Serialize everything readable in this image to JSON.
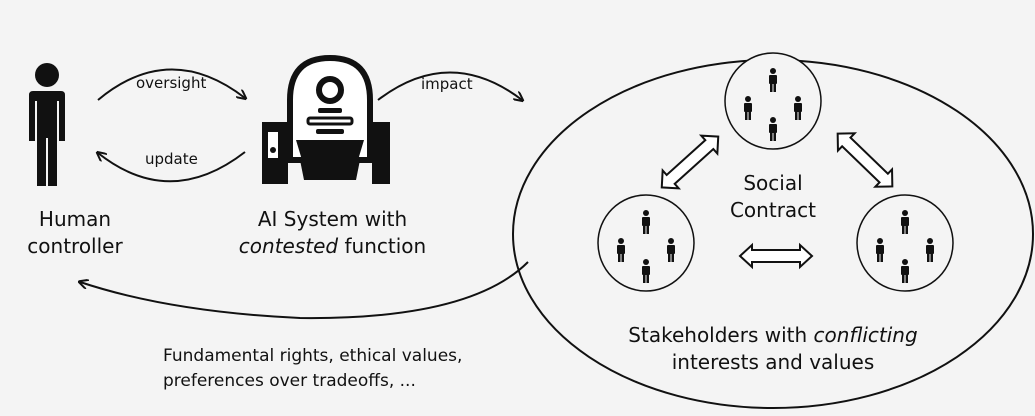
{
  "arrows": {
    "oversight": "oversight",
    "update": "update",
    "impact": "impact"
  },
  "human": {
    "label_line1": "Human",
    "label_line2": "controller"
  },
  "ai": {
    "label_line1": "AI System with",
    "label_line2_italic": "contested",
    "label_line2_rest": " function"
  },
  "society": {
    "center_line1": "Social",
    "center_line2": "Contract",
    "caption_line1_pre": "Stakeholders with ",
    "caption_line1_italic": "conflicting",
    "caption_line2": "interests and values"
  },
  "feedback": {
    "line1": "Fundamental rights, ethical values,",
    "line2": "preferences over tradeoffs, ..."
  },
  "colors": {
    "background": "#f4f4f4",
    "ink": "#111111",
    "white": "#ffffff"
  }
}
